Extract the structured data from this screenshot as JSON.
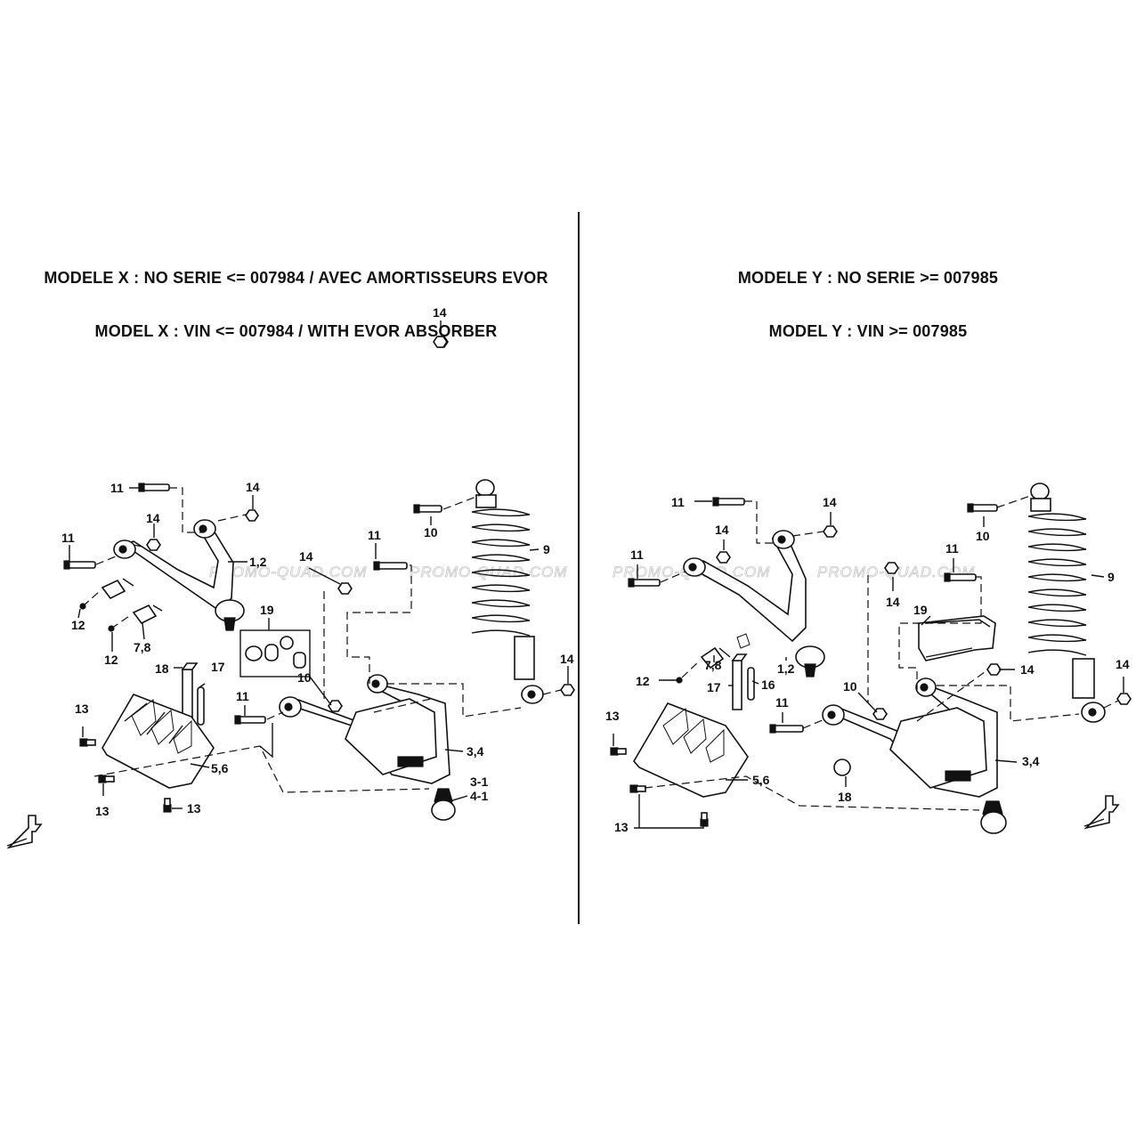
{
  "headings": {
    "model_x_fr": "MODELE X : NO SERIE <= 007984 / AVEC AMORTISSEURS EVOR",
    "model_x_en": "MODEL X : VIN <= 007984 / WITH EVOR ABSORBER",
    "model_y_fr": "MODELE Y : NO SERIE >= 007985",
    "model_y_en": "MODEL Y : VIN >= 007985"
  },
  "watermark": "PROMO-QUAD.COM",
  "diagram_x": {
    "labels": [
      "11",
      "14",
      "14",
      "11",
      "1,2",
      "14",
      "11",
      "10",
      "9",
      "19",
      "12",
      "12",
      "7,8",
      "18",
      "17",
      "14",
      "10",
      "11",
      "14",
      "13",
      "3,4",
      "5,6",
      "3-1",
      "4-1",
      "13",
      "13"
    ]
  },
  "diagram_y": {
    "labels": [
      "11",
      "14",
      "14",
      "11",
      "10",
      "11",
      "9",
      "14",
      "19",
      "12",
      "7,8",
      "1,2",
      "14",
      "17",
      "16",
      "10",
      "11",
      "13",
      "3,4",
      "5,6",
      "18",
      "13",
      "14"
    ]
  },
  "icons": {
    "direction": "front-arrow-icon"
  }
}
